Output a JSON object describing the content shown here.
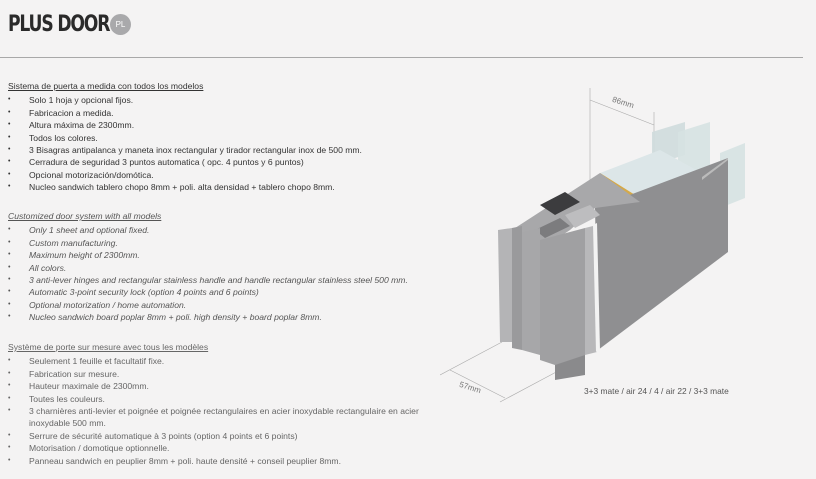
{
  "header": {
    "title": "PLUS DOOR",
    "badge": "PL"
  },
  "sections": [
    {
      "heading": "Sistema de puerta a medida con todos los modelos",
      "items": [
        "Solo 1 hoja y opcional fijos.",
        "Fabricacion a medida.",
        "Altura máxima de 2300mm.",
        "Todos los colores.",
        "3 Bisagras antipalanca  y maneta inox rectangular y tirador rectangular inox de 500 mm.",
        "Cerradura de seguridad 3 puntos automatica ( opc. 4 puntos y 6 puntos)",
        "Opcional motorización/domótica.",
        "Nucleo sandwich tablero chopo 8mm + poli. alta densidad + tablero  chopo 8mm."
      ]
    },
    {
      "heading": "Customized door system with all models",
      "items": [
        "Only 1 sheet and optional fixed.",
        "Custom manufacturing.",
        "Maximum height of 2300mm.",
        "All colors.",
        "3 anti-lever hinges and rectangular stainless handle and handle rectangular stainless steel 500 mm.",
        "Automatic 3-point security lock  (option 4 points and 6 points)",
        "Optional motorization / home automation.",
        "Nucleo sandwich board poplar 8mm + poli. high density + board poplar 8mm."
      ]
    },
    {
      "heading": "Système de porte sur mesure avec tous les modèles",
      "items": [
        "Seulement 1 feuille et facultatif fixe.",
        "Fabrication sur mesure.",
        "Hauteur maximale de 2300mm.",
        "Toutes les couleurs.",
        "3 charnières anti-levier et poignée et poignée rectangulaires en  acier inoxydable rectangulaire en acier  inoxydable 500 mm.",
        "Serrure de sécurité automatique à 3 points (option 4 points et 6 points)",
        "Motorisation / domotique optionnelle.",
        "Panneau sandwich en peuplier 8mm + poli. haute densité + conseil peuplier 8mm."
      ]
    }
  ],
  "drawing": {
    "dim_top": "86mm",
    "dim_bottom": "57mm",
    "caption": "3+3 mate / air 24 / 4 / air 22 / 3+3 mate"
  }
}
